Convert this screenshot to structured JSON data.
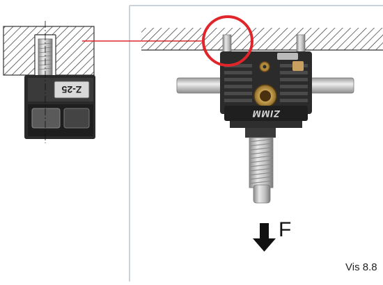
{
  "figure": {
    "detail_part_label": "Z-25",
    "brand_label": "ZIMM",
    "force_label": "F",
    "caption": "Vis 8.8"
  },
  "colors": {
    "frame_border": "#c8d4dd",
    "highlight_circle": "#e0262b",
    "connector_line": "#e0262b",
    "hatch": "#333333",
    "housing_dark": "#2a2a2a",
    "brass": "#c8a050",
    "spindle_silver": "#b8b8b8",
    "arrow": "#111111"
  },
  "icons": {
    "force_arrow": "down-arrow-icon"
  }
}
